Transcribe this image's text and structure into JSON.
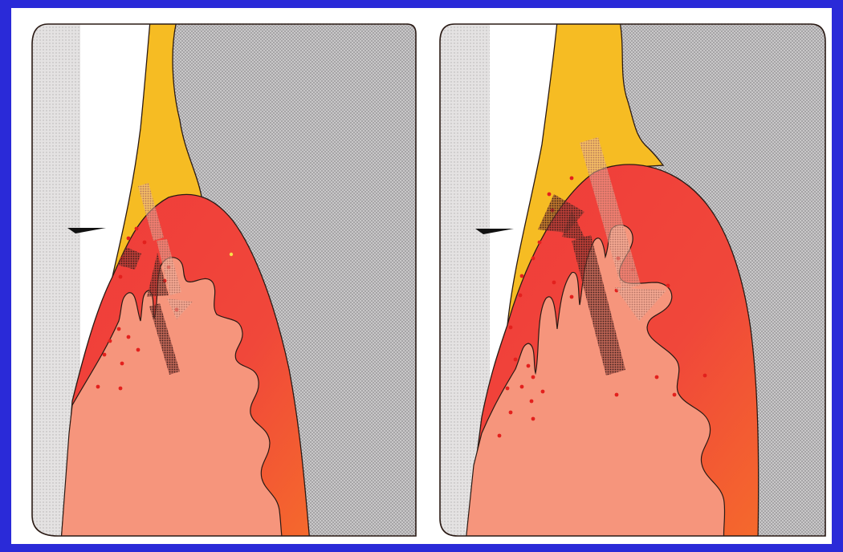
{
  "figure": {
    "background_color": "#2a2ad8",
    "panel_count": 2,
    "colors": {
      "tooth": "#ffffff",
      "gray_dotted_tissue": "#bdbcbd",
      "dentin_strip": "#d6d4d4",
      "yellow_tissue": "#f6bc23",
      "red_tissue": "#ee3a36",
      "pink_tissue": "#f6957c",
      "arrow": "#3b2627",
      "dots": "#e3201d"
    },
    "panels": [
      {
        "id": "left",
        "arrow_count": 2,
        "marker": "pointer-arrow"
      },
      {
        "id": "right",
        "arrow_count": 3,
        "marker": "pointer-arrow"
      }
    ]
  }
}
